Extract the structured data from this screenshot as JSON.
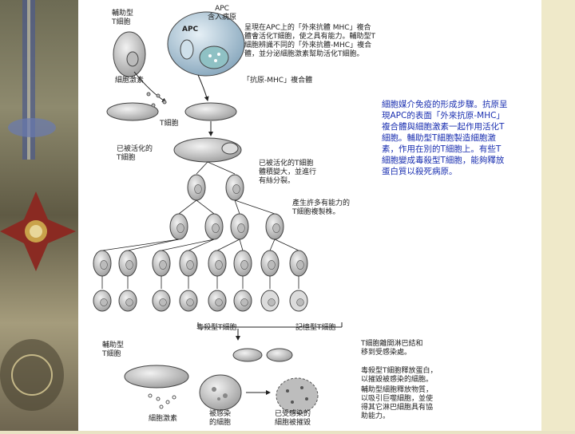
{
  "slide": {
    "diagram_labels": {
      "helper_t_top": "輔助型\nT細胞",
      "apc_label": "APC\n含入病原",
      "apc_inner": "APC",
      "present_text": "呈現在APC上的「外來抗體 MHC」複合\n體會活化T細胞，使之具有能力。輔助型T\n細胞辨識不同的「外來抗體-MHC」複合\n體，並分泌細胞激素幫助活化T細胞。",
      "cytokine_top": "細胞激素",
      "antigen_mhc": "「抗原-MHC」複合體",
      "t_cell": "T細胞",
      "activated_t": "已被活化的\nT細胞",
      "enlarge_text": "已被活化的T細胞\n體積變大，並進行\n有絲分裂。",
      "clones_text": "產生許多有能力的\nT細胞複製株。",
      "cytotoxic_t": "毒殺型T細胞",
      "memory_t": "記憶型T細胞",
      "helper_t_bottom": "輔助型\nT細胞",
      "cytokine_bottom": "細胞激素",
      "infected_cell": "被感染\n的細胞",
      "destroyed_cell": "已受感染的\n細胞被摧毀"
    },
    "side_notes": {
      "summary": "細胞媒介免疫的形成步驟。抗原呈\n現APC的表面「外來抗原-MHC」\n複合體與細胞激素一起作用活化T\n細胞。輔助型T細胞製造細胞激\n素，作用在別的T細胞上。有些T\n細胞變成毒殺型T細胞，能夠釋放\n蛋白質以殺死病原。",
      "lymph_note": "T細胞離開淋巴結和\n移到受感染處。",
      "cytotoxic_note": "毒殺型T細胞釋放蛋白，\n以摧毀被感染的細胞。",
      "helper_note": "輔助型細胞釋放物質，\n以吸引巨噬細胞，並使\n得其它淋巴細胞具有協\n助能力。"
    },
    "colors": {
      "summary_text": "#1a2fb0",
      "cell_fill": "#c9c9c9",
      "apc_fill": "#a6bfd0",
      "frame_left": "#6d6b54",
      "frame_right": "#efe9c9"
    }
  }
}
